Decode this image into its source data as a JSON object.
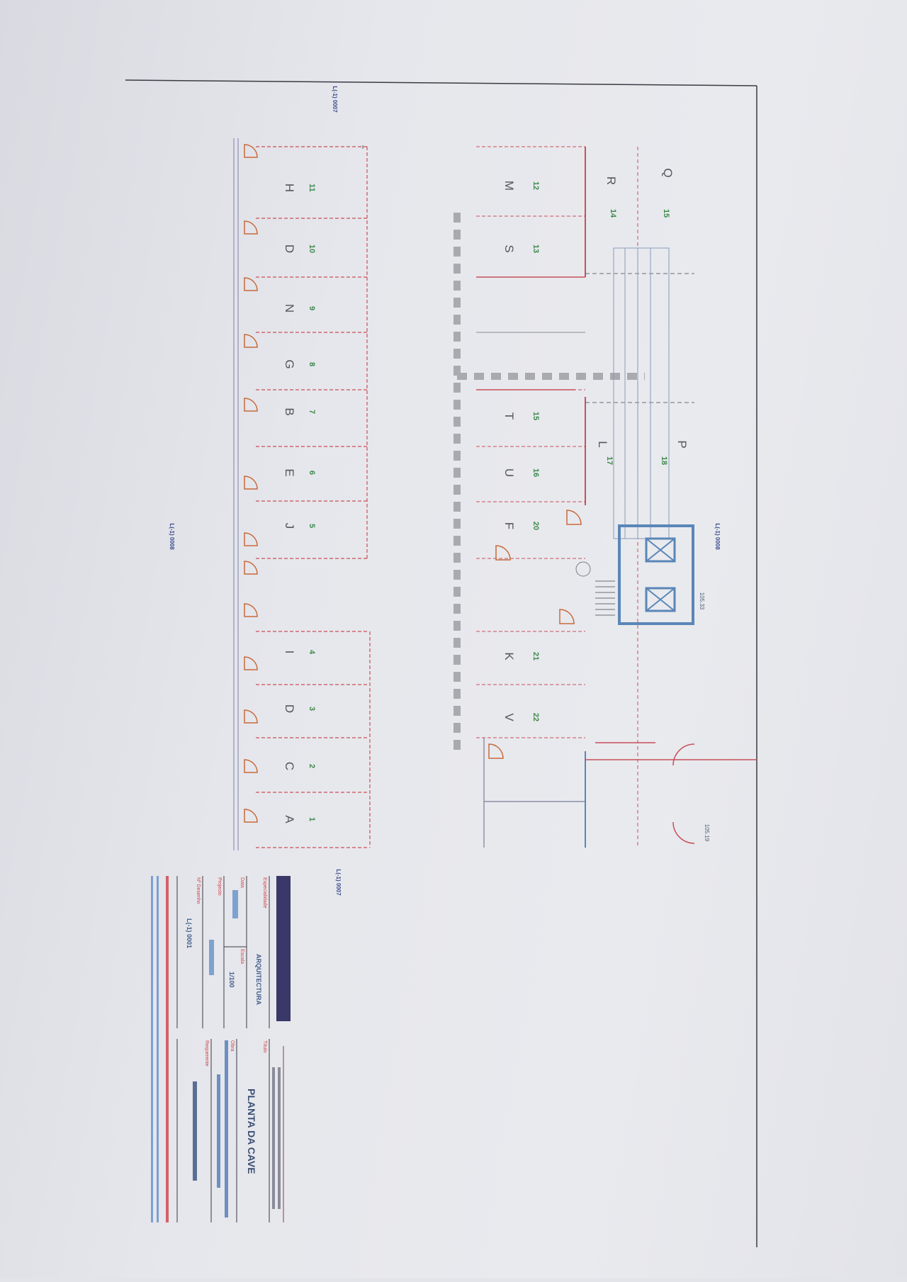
{
  "plan": {
    "lower_row": [
      {
        "letter": "H",
        "number": "11"
      },
      {
        "letter": "D",
        "number": "10"
      },
      {
        "letter": "N",
        "number": "9"
      },
      {
        "letter": "G",
        "number": "8"
      },
      {
        "letter": "B",
        "number": "7"
      },
      {
        "letter": "E",
        "number": "6"
      },
      {
        "letter": "J",
        "number": "5"
      },
      {
        "letter": "I",
        "number": "4"
      },
      {
        "letter": "D",
        "number": "3"
      },
      {
        "letter": "C",
        "number": "2"
      },
      {
        "letter": "A",
        "number": "1"
      }
    ],
    "middle_row": [
      {
        "letter": "M",
        "number": "12"
      },
      {
        "letter": "S",
        "number": "13"
      },
      {
        "letter": "T",
        "number": "15"
      },
      {
        "letter": "U",
        "number": "16"
      },
      {
        "letter": "F",
        "number": "20"
      },
      {
        "letter": "K",
        "number": "21"
      },
      {
        "letter": "V",
        "number": "22"
      }
    ],
    "upper_row": [
      {
        "letter": "Q",
        "number": "15"
      },
      {
        "letter": "R",
        "number": "14"
      },
      {
        "letter": "P",
        "number": "18"
      },
      {
        "letter": "L",
        "number": "17"
      }
    ],
    "elevations": [
      "105.33",
      "105.19"
    ],
    "section_marks": [
      "L(-1) 0007",
      "L(-1) 0008",
      "L(-1) 0008",
      "L(-1) 0007"
    ],
    "colors": {
      "wall_red": "#c8505a",
      "wall_blue": "#5a86b8",
      "dimension_grey": "#a9aab0",
      "door_orange": "#c86a3a",
      "number_green": "#3e8a4c"
    }
  },
  "title_block": {
    "especialidade_label": "Especialidade",
    "especialidade": "ARQUITECTURA",
    "data_label": "Data",
    "escala_label": "Escala",
    "escala": "1/100",
    "projecto_label": "Projecto",
    "desenho_label": "Nº Desenho",
    "desenho": "L(-1) 0001",
    "titulo_label": "Título",
    "titulo": "PLANTA DA CAVE",
    "obra_label": "Obra",
    "requerente_label": "Requerente"
  }
}
